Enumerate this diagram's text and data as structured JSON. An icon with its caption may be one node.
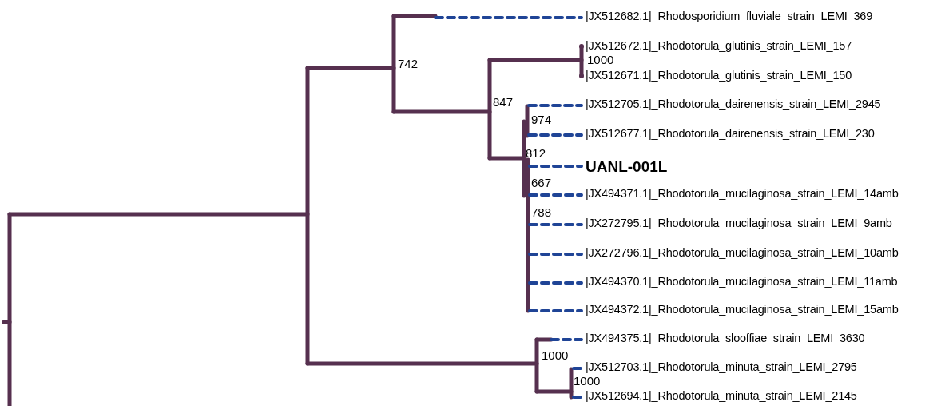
{
  "diagram": {
    "nodes": [
      {
        "text": [
          "|JX512682.1|_Rhodosporidium_fluviale_strain_LEMI_369"
        ]
      },
      {
        "text": [
          "|JX512672.1|_Rhodotorula_glutinis_strain_LEMI_157"
        ]
      },
      {
        "text": [
          "|JX512671.1|_Rhodotorula_glutinis_strain_LEMI_150"
        ]
      },
      {
        "text": [
          "|JX512705.1|_Rhodotorula_dairenensis_strain_LEMI_2945"
        ]
      },
      {
        "text": [
          "|JX512677.1|_Rhodotorula_dairenensis_strain_LEMI_230"
        ]
      },
      {
        "text": [
          "UANL-001L"
        ]
      },
      {
        "text": [
          "|JX494371.1|_Rhodotorula_mucilaginosa_strain_LEMI_14amb"
        ]
      },
      {
        "text": [
          "|JX272795.1|_Rhodotorula_mucilaginosa_strain_LEMI_9amb"
        ]
      },
      {
        "text": [
          "|JX272796.1|_Rhodotorula_mucilaginosa_strain_LEMI_10amb"
        ]
      },
      {
        "text": [
          "|JX494370.1|_Rhodotorula_mucilaginosa_strain_LEMI_11amb"
        ]
      },
      {
        "text": [
          "|JX494372.1|_Rhodotorula_mucilaginosa_strain_LEMI_15amb"
        ]
      },
      {
        "text": [
          "|JX494375.1|_Rhodotorula_slooffiae_strain_LEMI_3630"
        ]
      },
      {
        "text": [
          "|JX512703.1|_Rhodotorula_minuta_strain_LEMI_2795"
        ]
      },
      {
        "text": [
          "|JX512694.1|_Rhodotorula_minuta_strain_LEMI_2145"
        ]
      }
    ],
    "edges": [
      {
        "from": null,
        "to": 0,
        "arrow": "none",
        "style": "dashed",
        "color": "#1f4496"
      },
      {
        "from": null,
        "to": 3,
        "arrow": "none",
        "style": "dashed",
        "color": "#1f4496"
      },
      {
        "from": null,
        "to": 4,
        "arrow": "none",
        "style": "dashed",
        "color": "#1f4496"
      },
      {
        "from": null,
        "to": 5,
        "arrow": "none",
        "style": "dashed",
        "color": "#1f4496"
      },
      {
        "from": null,
        "to": 6,
        "arrow": "none",
        "style": "dashed",
        "color": "#1f4496"
      },
      {
        "from": null,
        "to": 7,
        "arrow": "none",
        "style": "dashed",
        "color": "#1f4496"
      },
      {
        "from": null,
        "to": 8,
        "arrow": "none",
        "style": "dashed",
        "color": "#1f4496"
      },
      {
        "from": null,
        "to": 9,
        "arrow": "none",
        "style": "dashed",
        "color": "#1f4496"
      },
      {
        "from": null,
        "to": 10,
        "arrow": "none",
        "style": "dashed",
        "color": "#1f4496"
      },
      {
        "from": null,
        "to": 11,
        "arrow": "none",
        "style": "dashed",
        "color": "#1f4496"
      },
      {
        "from": null,
        "to": 12,
        "arrow": "none",
        "style": "dashed",
        "color": "#1f4496"
      },
      {
        "from": null,
        "to": 13,
        "arrow": "none",
        "style": "dashed",
        "color": "#1f4496"
      }
    ],
    "labels": [
      "742",
      "1000",
      "847",
      "974",
      "812",
      "667",
      "788",
      "1000",
      "1000"
    ]
  }
}
